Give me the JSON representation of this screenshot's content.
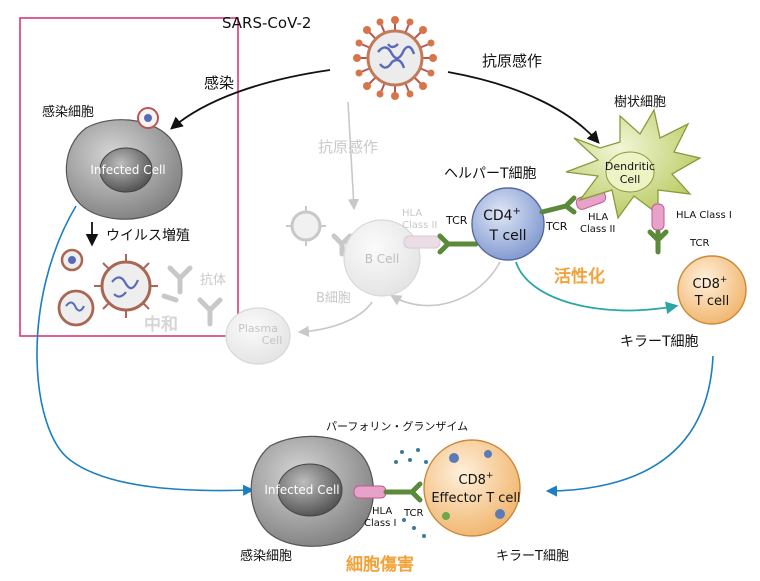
{
  "virus": {
    "name": "SARS-CoV-2"
  },
  "labels": {
    "infection": "感染",
    "antigen_priming": "抗原感作",
    "antigen_priming_faded": "抗原感作",
    "infected_cell_jp_top": "感染細胞",
    "infected_cell_en_top": "Infected Cell",
    "virus_replication": "ウイルス増殖",
    "antibody": "抗体",
    "neutralization": "中和",
    "b_cell_jp": "B細胞",
    "b_cell_en": "B Cell",
    "plasma_cell_line1": "Plasma",
    "plasma_cell_line2": "Cell",
    "hla_class2_faded_line1": "HLA",
    "hla_class2_faded_line2": "Class II",
    "tcr_b": "TCR",
    "helper_t_jp": "ヘルパーT細胞",
    "cd4_label": "CD4",
    "cd4_sup": "+",
    "t_cell": "T cell",
    "tcr_dc": "TCR",
    "hla_class2_dc_line1": "HLA",
    "hla_class2_dc_line2": "Class II",
    "dendritic_jp": "樹状細胞",
    "dendritic_en_line1": "Dendritic",
    "dendritic_en_line2": "Cell",
    "hla_class1_dc": "HLA Class I",
    "tcr_cd8": "TCR",
    "activation": "活性化",
    "cd8_label": "CD8",
    "cd8_sup": "+",
    "cd8_t_cell": "T cell",
    "killer_t_jp_right": "キラーT細胞",
    "perforin": "パーフォリン・グランザイム",
    "infected_cell_en_bottom": "Infected Cell",
    "hla_class1_bottom_line1": "HLA",
    "hla_class1_bottom_line2": "Class I",
    "tcr_bottom": "TCR",
    "effector_line1": "CD8",
    "effector_sup": "+",
    "effector_line2": "Effector T cell",
    "infected_cell_jp_bottom": "感染細胞",
    "cytotoxicity": "細胞傷害",
    "killer_t_jp_bottom": "キラーT細胞"
  },
  "colors": {
    "frame_pink": "#d63a7c",
    "arrow_blue": "#1c7fc0",
    "arrow_teal": "#2aa6a6",
    "highlight_orange": "#f2a23a",
    "cd4_blue": "#8fa6d8",
    "dendritic_green": "#c9d77a",
    "cd8_orange": "#f6c98e",
    "infected_gray": "#8e8e8e",
    "faded_gray": "#c8c8c8"
  }
}
